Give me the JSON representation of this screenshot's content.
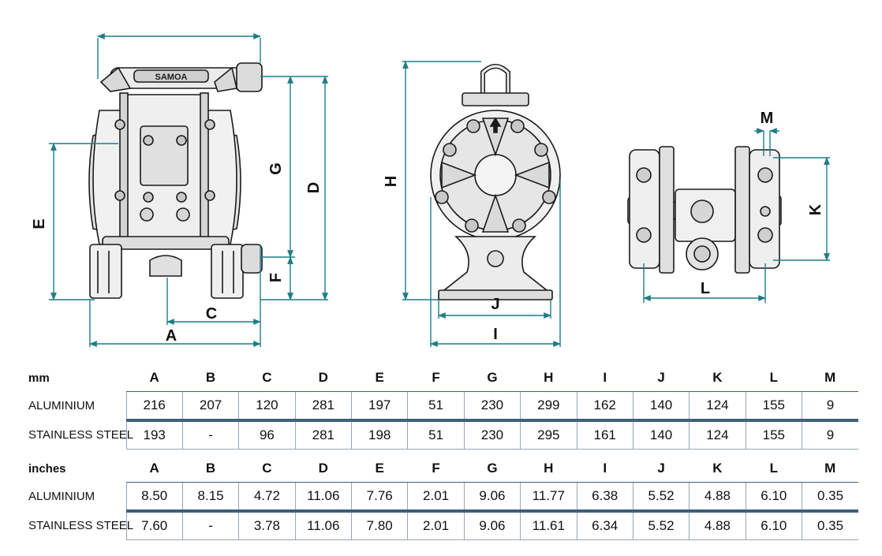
{
  "dimension_letters": [
    "A",
    "B",
    "C",
    "D",
    "E",
    "F",
    "G",
    "H",
    "I",
    "J",
    "K",
    "L",
    "M"
  ],
  "brand_plate": "SAMOA",
  "colors": {
    "dimension_line": "#1f7d86",
    "table_rule": "#3e5f7d",
    "outline": "#1a1a1a",
    "body_fill": "#e9e9e9"
  },
  "tables": [
    {
      "unit": "mm",
      "headers": [
        "A",
        "B",
        "C",
        "D",
        "E",
        "F",
        "G",
        "H",
        "I",
        "J",
        "K",
        "L",
        "M"
      ],
      "rows": [
        {
          "label": "ALUMINIUM",
          "values": [
            "216",
            "207",
            "120",
            "281",
            "197",
            "51",
            "230",
            "299",
            "162",
            "140",
            "124",
            "155",
            "9"
          ]
        },
        {
          "label": "STAINLESS STEEL",
          "values": [
            "193",
            "-",
            "96",
            "281",
            "198",
            "51",
            "230",
            "295",
            "161",
            "140",
            "124",
            "155",
            "9"
          ]
        }
      ]
    },
    {
      "unit": "inches",
      "headers": [
        "A",
        "B",
        "C",
        "D",
        "E",
        "F",
        "G",
        "H",
        "I",
        "J",
        "K",
        "L",
        "M"
      ],
      "rows": [
        {
          "label": "ALUMINIUM",
          "values": [
            "8.50",
            "8.15",
            "4.72",
            "11.06",
            "7.76",
            "2.01",
            "9.06",
            "11.77",
            "6.38",
            "5.52",
            "4.88",
            "6.10",
            "0.35"
          ]
        },
        {
          "label": "STAINLESS STEEL",
          "values": [
            "7.60",
            "-",
            "3.78",
            "11.06",
            "7.80",
            "2.01",
            "9.06",
            "11.61",
            "6.34",
            "5.52",
            "4.88",
            "6.10",
            "0.35"
          ]
        }
      ]
    }
  ]
}
